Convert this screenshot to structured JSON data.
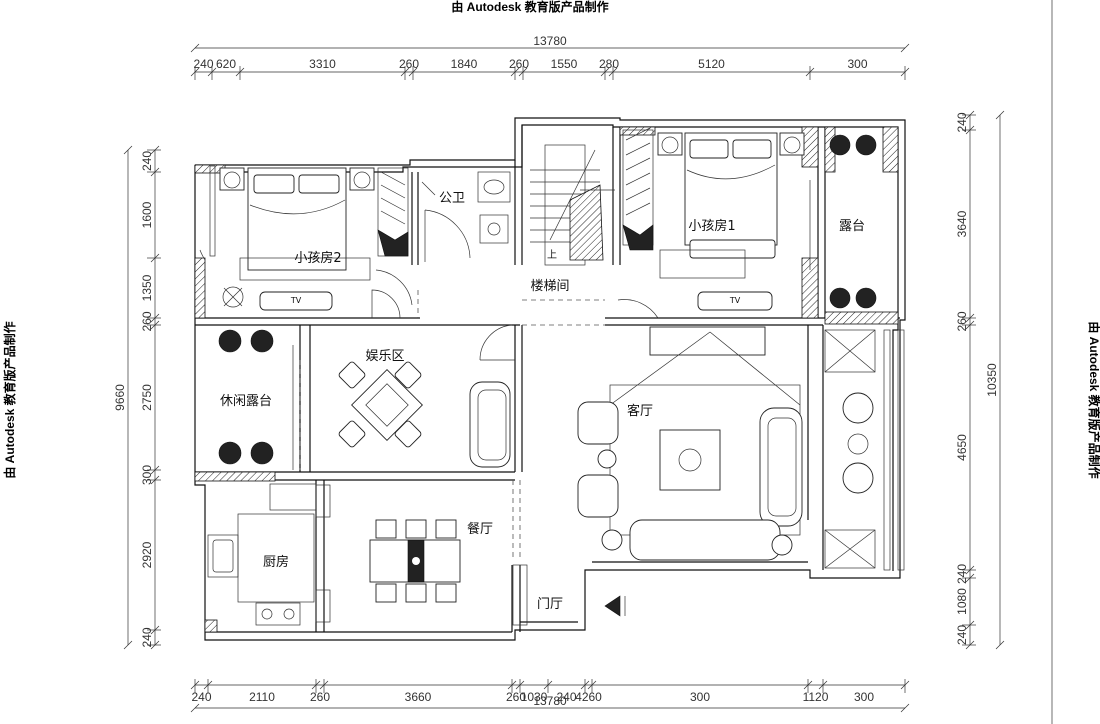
{
  "watermark": "由 Autodesk 教育版产品制作",
  "rooms": {
    "kid_room_2": "小孩房2",
    "public_bath": "公卫",
    "stairwell": "楼梯间",
    "kid_room_1": "小孩房1",
    "terrace": "露台",
    "leisure_terrace": "休闲露台",
    "entertainment": "娱乐区",
    "living_room": "客厅",
    "dining_room": "餐厅",
    "kitchen": "厨房",
    "entrance_hall": "门厅"
  },
  "labels": {
    "tv": "TV",
    "stair_up": "上"
  },
  "dimensions": {
    "top_total": "13780",
    "top_parts": [
      "240",
      "620",
      "3310",
      "260",
      "1840",
      "260",
      "1550",
      "280",
      "5120",
      "300"
    ],
    "bottom_total": "13780",
    "bottom_parts": [
      "240",
      "2110",
      "260",
      "3660",
      "260",
      "1030",
      "240",
      "4260",
      "300",
      "1120",
      "300"
    ],
    "left_total": "9660",
    "left_parts": [
      "240",
      "1600",
      "1350",
      "260",
      "2750",
      "300",
      "2920",
      "240"
    ],
    "right_total": "10350",
    "right_parts": [
      "240",
      "3640",
      "260",
      "4650",
      "240",
      "1080",
      "240"
    ]
  }
}
